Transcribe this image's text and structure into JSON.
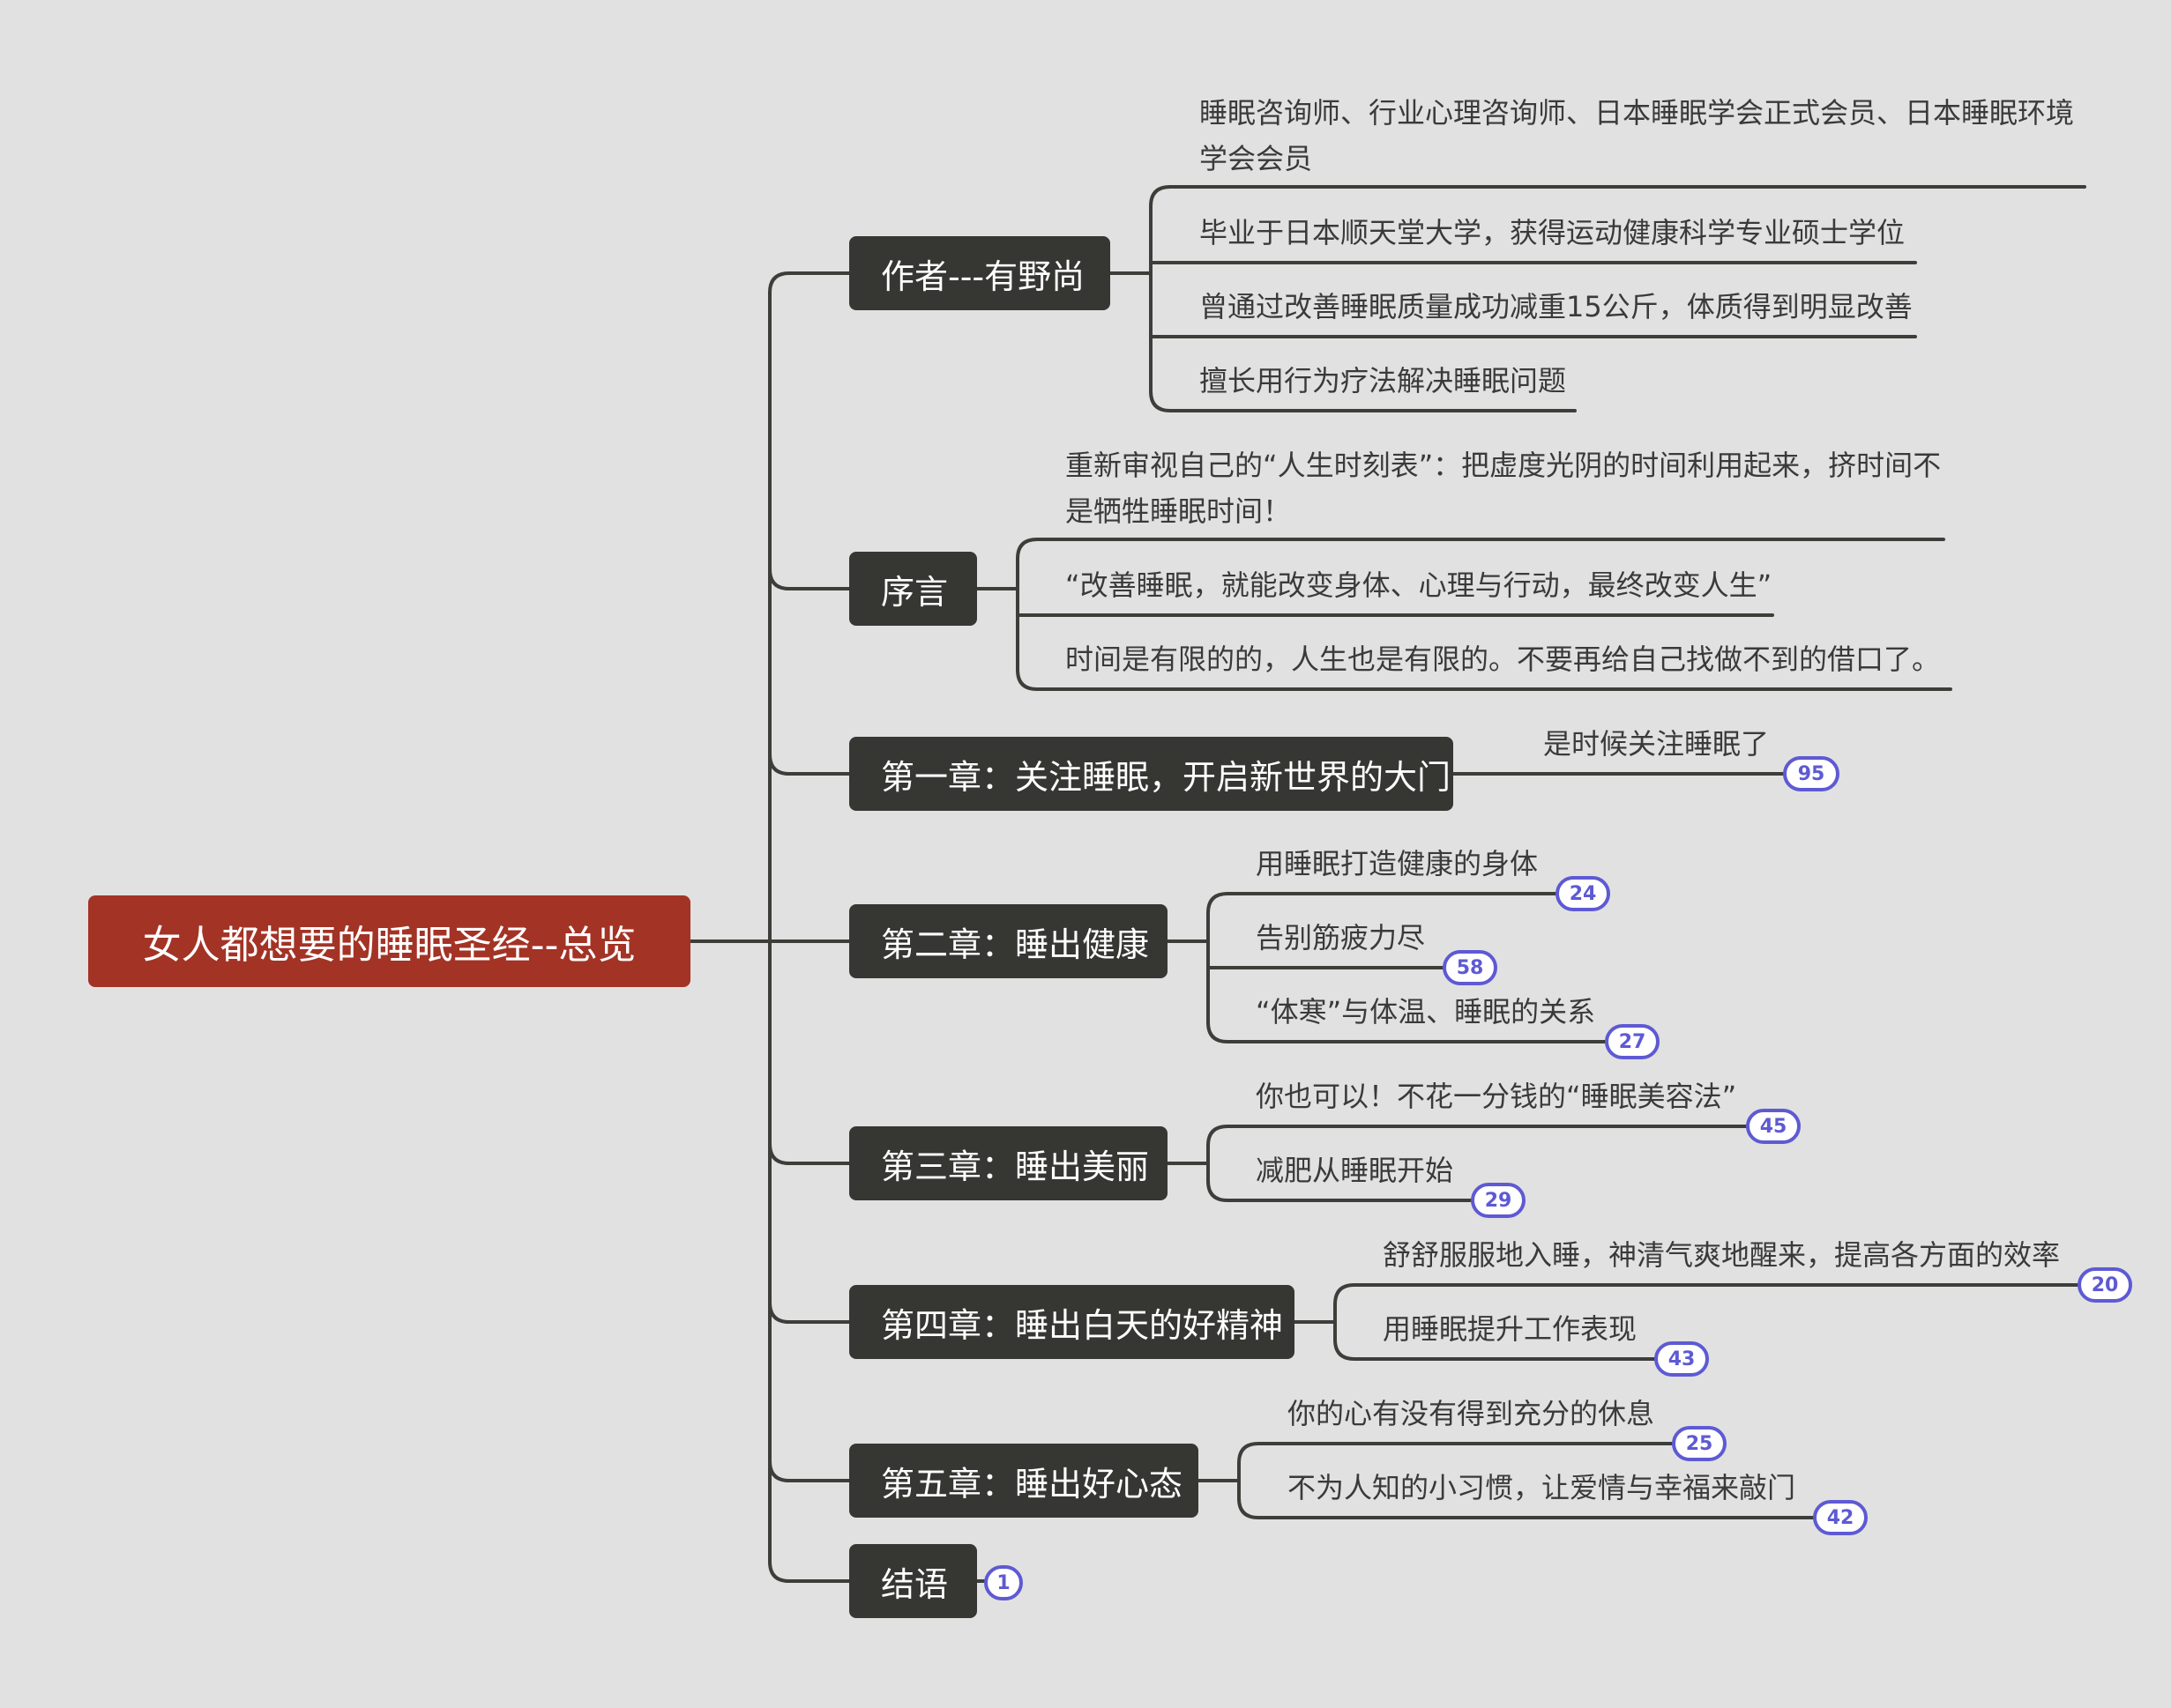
{
  "title": "女人都想要的睡眠圣经--总览",
  "branches": [
    {
      "label": "作者---有野尚",
      "children": [
        {
          "text": "睡眠咨询师、行业心理咨询师、日本睡眠学会正式会员、日本睡眠环境学会会员"
        },
        {
          "text": "毕业于日本顺天堂大学，获得运动健康科学专业硕士学位"
        },
        {
          "text": "曾通过改善睡眠质量成功减重15公斤，体质得到明显改善"
        },
        {
          "text": "擅长用行为疗法解决睡眠问题"
        }
      ]
    },
    {
      "label": "序言",
      "children": [
        {
          "text": "重新审视自己的“人生时刻表”：把虚度光阴的时间利用起来，挤时间不是牺牲睡眠时间！"
        },
        {
          "text": "“改善睡眠，就能改变身体、心理与行动，最终改变人生”"
        },
        {
          "text": "时间是有限的的，人生也是有限的。不要再给自己找做不到的借口了。"
        }
      ]
    },
    {
      "label": "第一章：关注睡眠，开启新世界的大门",
      "children": [
        {
          "text": "是时候关注睡眠了",
          "count": "95"
        }
      ]
    },
    {
      "label": "第二章：睡出健康",
      "children": [
        {
          "text": "用睡眠打造健康的身体",
          "count": "24"
        },
        {
          "text": "告别筋疲力尽",
          "count": "58"
        },
        {
          "text": "“体寒”与体温、睡眠的关系",
          "count": "27"
        }
      ]
    },
    {
      "label": "第三章：睡出美丽",
      "children": [
        {
          "text": "你也可以！不花一分钱的“睡眠美容法”",
          "count": "45"
        },
        {
          "text": "减肥从睡眠开始",
          "count": "29"
        }
      ]
    },
    {
      "label": "第四章：睡出白天的好精神",
      "children": [
        {
          "text": "舒舒服服地入睡，神清气爽地醒来，提高各方面的效率",
          "count": "20"
        },
        {
          "text": "用睡眠提升工作表现",
          "count": "43"
        }
      ]
    },
    {
      "label": "第五章：睡出好心态",
      "children": [
        {
          "text": "你的心有没有得到充分的休息",
          "count": "25"
        },
        {
          "text": "不为人知的小习惯，让爱情与幸福来敲门",
          "count": "42"
        }
      ]
    },
    {
      "label": "结语",
      "count": "1",
      "children": []
    }
  ]
}
